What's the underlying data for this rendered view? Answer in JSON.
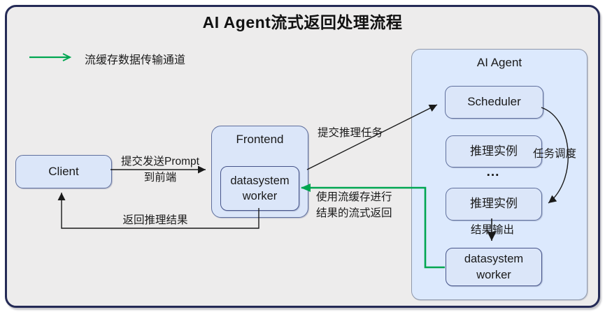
{
  "colors": {
    "green": "#00a651",
    "frame-border": "#242a56",
    "frame-bg": "#edecec",
    "node-fill": "#dbe6f9",
    "agent-fill": "#dce9fd",
    "node-border": "#5f6f9d",
    "inner-border": "#46548a",
    "wire": "#1a1a1a",
    "text": "#1a1a1a"
  },
  "title": "AI Agent流式返回处理流程",
  "legend": {
    "label": "流缓存数据传输通道"
  },
  "nodes": {
    "client": {
      "label": "Client"
    },
    "frontend": {
      "label": "Frontend",
      "worker": "datasystem worker"
    },
    "agent": {
      "label": "AI Agent",
      "scheduler": "Scheduler",
      "instance1": "推理实例",
      "ellipsis": "...",
      "instance2": "推理实例",
      "worker": "datasystem worker"
    }
  },
  "edges": {
    "submit_prompt": {
      "line1": "提交发送Prompt",
      "line2": "到前端"
    },
    "return_result": "返回推理结果",
    "submit_task": "提交推理任务",
    "task_schedule": "任务调度",
    "result_output": "结果输出",
    "stream_return": {
      "line1": "使用流缓存进行",
      "line2": "结果的流式返回"
    }
  }
}
